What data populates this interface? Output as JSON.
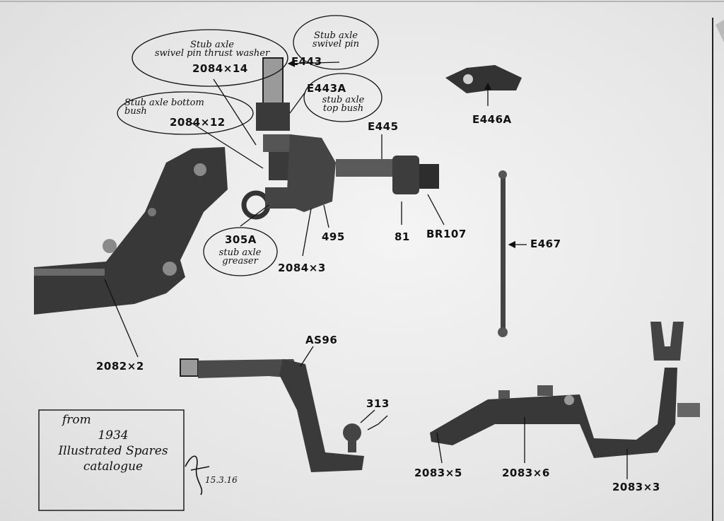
{
  "labels": {
    "thrust_washer_no": "2084×14",
    "swivel_pin_no": "E443",
    "top_bush_no": "E443A",
    "bottom_bush_no": "2084×12",
    "stub_axle_no": "E445",
    "e446a": "E446A",
    "e467": "E467",
    "greaser_no": "305A",
    "n495": "495",
    "n81": "81",
    "br107": "BR107",
    "n2084x3": "2084×3",
    "n2082x2": "2082×2",
    "as96": "AS96",
    "n313": "313",
    "n2083x5": "2083×5",
    "n2083x6": "2083×6",
    "n2083x3": "2083×3"
  },
  "handwriting": {
    "thrust_washer": [
      "Stub axle",
      "swivel pin thrust washer"
    ],
    "swivel_pin": [
      "Stub axle",
      "swivel pin"
    ],
    "top_bush": [
      "stub axle",
      "top bush"
    ],
    "bottom_bush": [
      "Stub axle bottom",
      "bush"
    ],
    "greaser": [
      "stub axle",
      "greaser"
    ]
  },
  "note": {
    "line1": "from",
    "line2": "1934",
    "line3": "Illustrated Spares",
    "line4": "catalogue"
  },
  "signature_date": "15.3.16",
  "colors": {
    "ink": "#111111",
    "metal": "#3a3a3a",
    "paper": "#ececec"
  }
}
